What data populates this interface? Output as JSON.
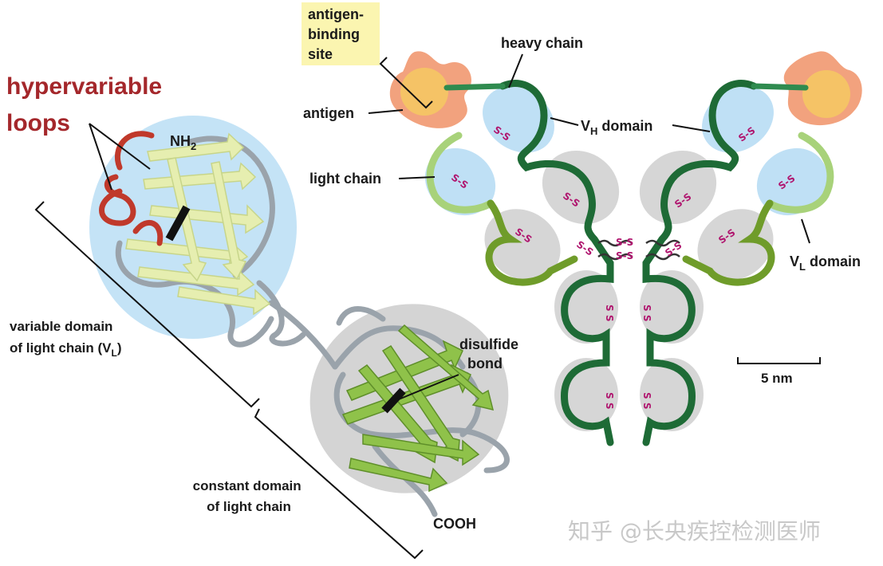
{
  "labels": {
    "antigen_binding_site": [
      "antigen-",
      "binding",
      "site"
    ],
    "heavy_chain": "heavy chain",
    "antigen": "antigen",
    "vh_domain": {
      "main": "V",
      "sub": "H",
      "rest": " domain"
    },
    "light_chain": "light chain",
    "vl_domain": {
      "main": "V",
      "sub": "L",
      "rest": " domain"
    },
    "scale_bar": "5 nm",
    "hypervariable_loops": [
      "hypervariable",
      "loops"
    ],
    "nh2": {
      "main": "NH",
      "sub": "2"
    },
    "variable_domain": [
      "variable domain",
      "of light chain (V",
      "L",
      ")"
    ],
    "disulfide_bond": [
      "disulfide",
      "bond"
    ],
    "constant_domain": [
      "constant domain",
      "of light chain"
    ],
    "cooh": "COOH",
    "disulfide_marker": "S-S",
    "disulfide_marker_vertical": "S S"
  },
  "watermark": "知乎 @长央疾控检测医师",
  "colors": {
    "heavy_chain": "#1e6b36",
    "light_chain_variable": "#a8d27a",
    "light_chain_constant": "#6f9c2a",
    "variable_domain_bg": "#bfe0f5",
    "constant_domain_bg": "#d6d6d6",
    "antigen": "#f0a07a",
    "binding_site": "#f7d25c",
    "hypervariable_loop": "#c0392b",
    "disulfide": "#b0166f",
    "label_highlight": "#fbf5b0"
  }
}
